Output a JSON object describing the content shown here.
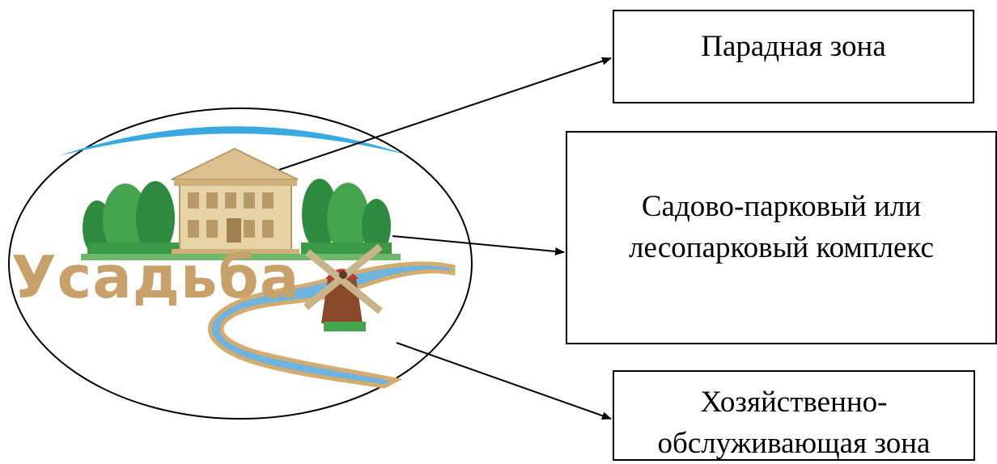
{
  "logo": {
    "wordmark": "Усадьба",
    "colors": {
      "arc": "#3aa9e0",
      "building": "#dcc190",
      "trees_dark": "#2e8a3e",
      "trees_light": "#45a54f",
      "river": "#6fb4df",
      "river_bank": "#d4ad6e",
      "wordmark": "#c7a06a",
      "mill_body": "#8a4a2a",
      "mill_roof": "#c0392b"
    }
  },
  "zones": [
    {
      "label_lines": [
        "Парадная зона"
      ]
    },
    {
      "label_lines": [
        "Садово-парковый или",
        "лесопарковый комплекс"
      ]
    },
    {
      "label_lines": [
        "Хозяйственно-",
        "обслуживающая зона"
      ]
    }
  ]
}
